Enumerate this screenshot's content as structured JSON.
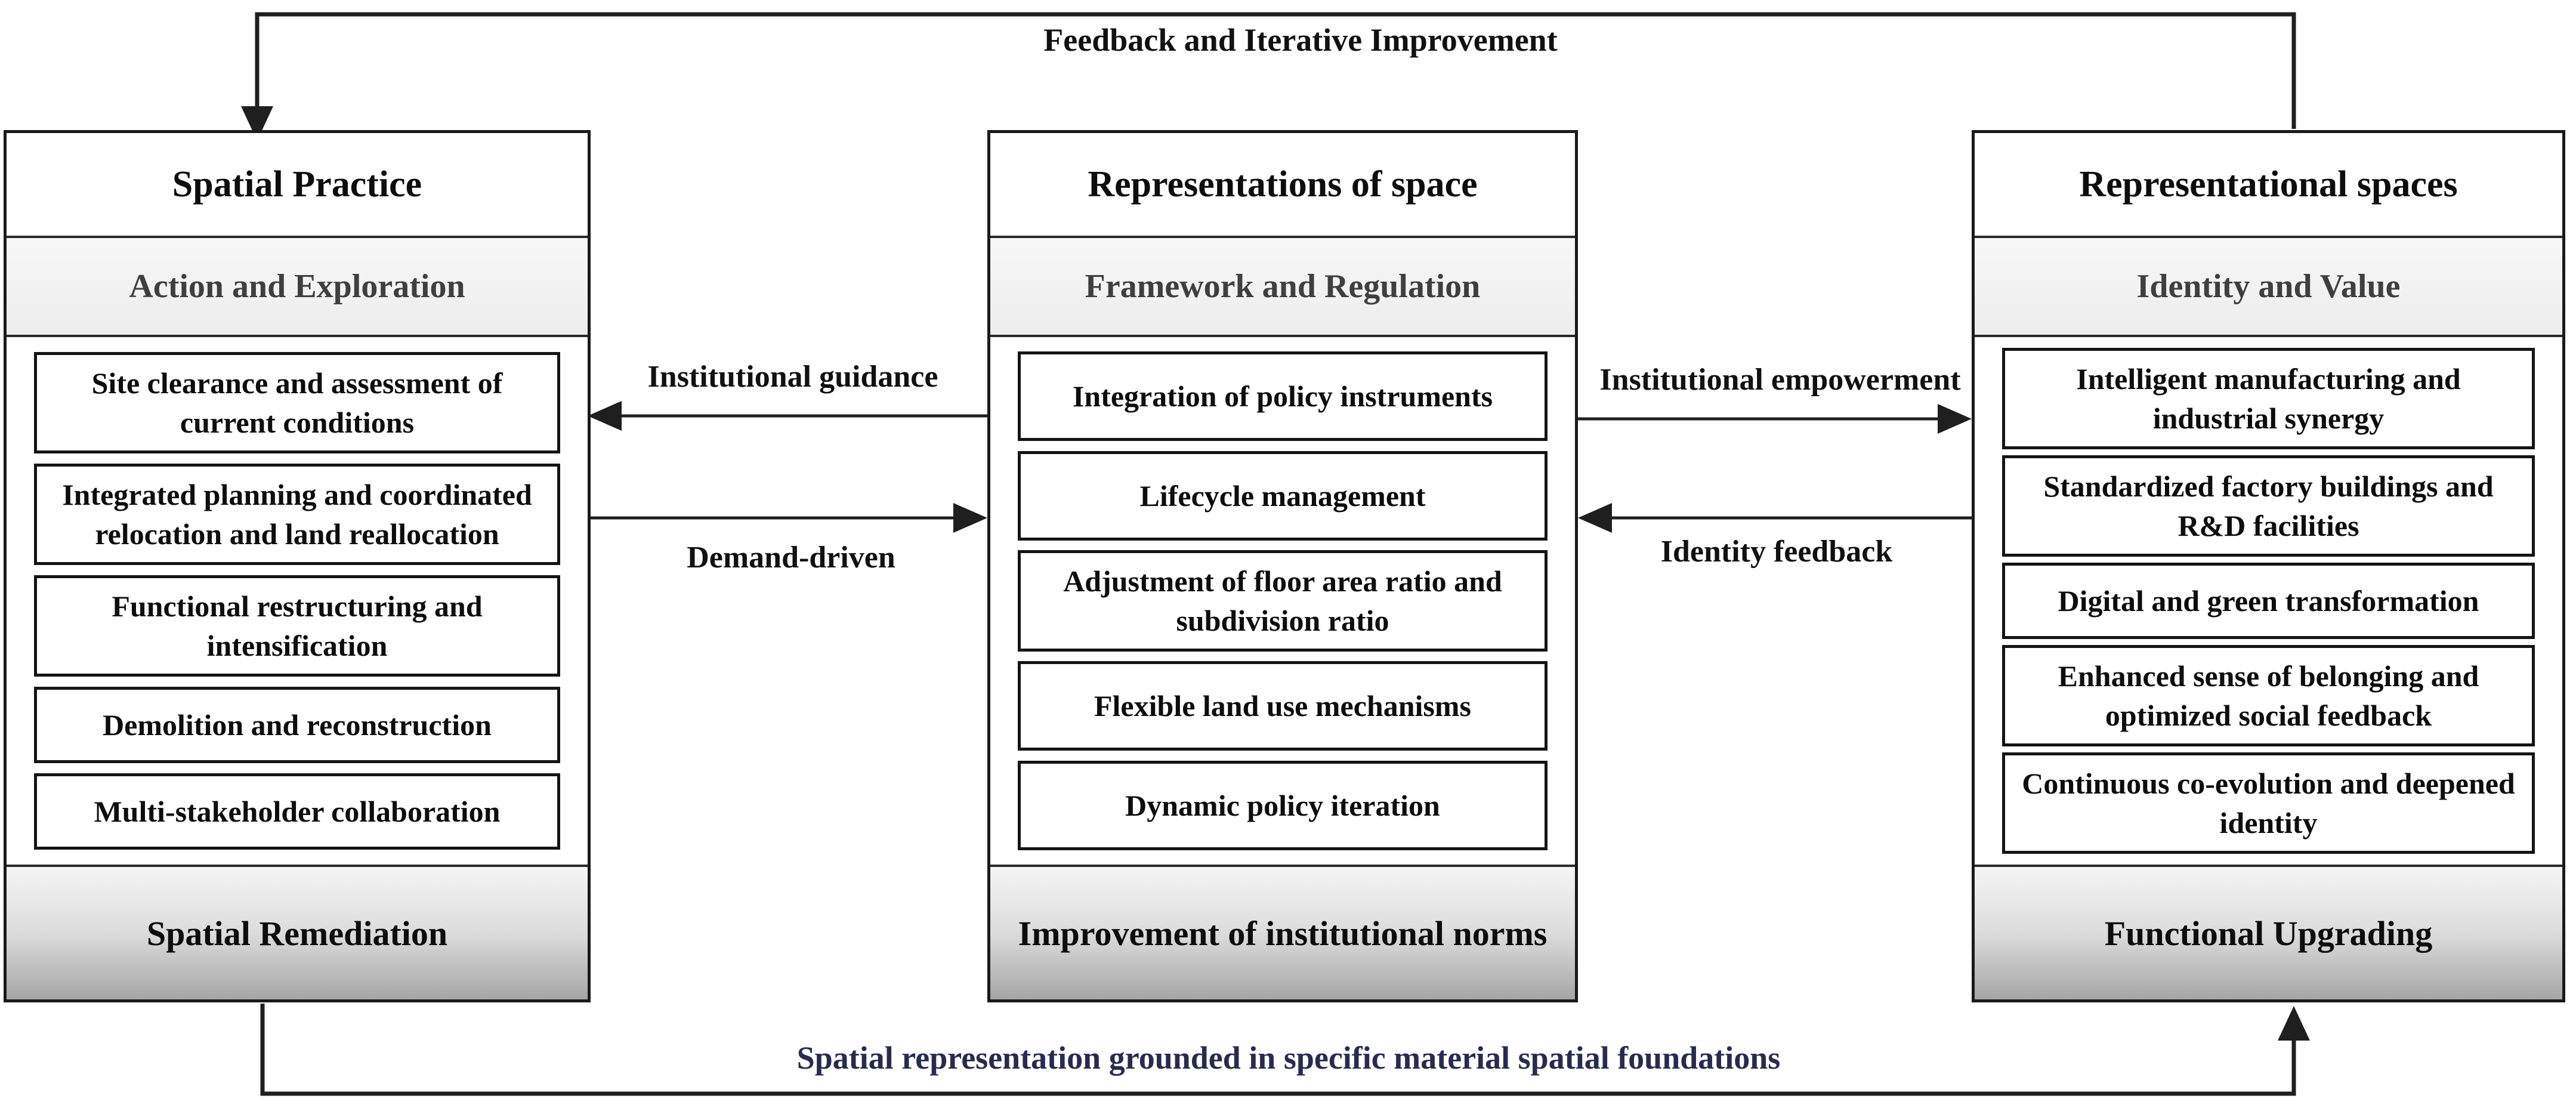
{
  "figure": {
    "type": "three-column framework diagram",
    "top_loop_label": "Feedback and Iterative Improvement",
    "bottom_loop_label": "Spatial representation grounded in specific material spatial foundations"
  },
  "columns": [
    {
      "title": "Spatial Practice",
      "subtitle": "Action and Exploration",
      "items": [
        "Site clearance and assessment of current conditions",
        "Integrated planning and coordinated relocation and land reallocation",
        "Functional restructuring and intensification",
        "Demolition and reconstruction",
        "Multi-stakeholder collaboration"
      ],
      "footer": "Spatial Remediation"
    },
    {
      "title": "Representations of space",
      "subtitle": "Framework and Regulation",
      "items": [
        "Integration of policy instruments",
        "Lifecycle management",
        "Adjustment of floor area ratio and subdivision ratio",
        "Flexible land use mechanisms",
        "Dynamic policy iteration"
      ],
      "footer": "Improvement of institutional norms"
    },
    {
      "title": "Representational spaces",
      "subtitle": "Identity and Value",
      "items": [
        "Intelligent manufacturing and industrial synergy",
        "Standardized factory buildings and R&D facilities",
        "Digital and green transformation",
        "Enhanced sense of belonging and optimized social feedback",
        "Continuous co-evolution and deepened identity"
      ],
      "footer": "Functional Upgrading"
    }
  ],
  "arrows": [
    {
      "label": "Institutional guidance",
      "from": "Representations of space",
      "to": "Spatial Practice",
      "direction": "left"
    },
    {
      "label": "Demand-driven",
      "from": "Spatial Practice",
      "to": "Representations of space",
      "direction": "right"
    },
    {
      "label": "Institutional empowerment",
      "from": "Representations of space",
      "to": "Representational spaces",
      "direction": "right"
    },
    {
      "label": "Identity feedback",
      "from": "Representational spaces",
      "to": "Representations of space",
      "direction": "left"
    }
  ],
  "colors": {
    "line": "#1f1f1f",
    "box_border": "#1a1a1a",
    "subtitle_bg_top": "#f7f7f7",
    "subtitle_bg_bottom": "#ededed",
    "footer_gradient_top": "#f5f5f5",
    "footer_gradient_bottom": "#a6a6a6",
    "bottom_label_color": "#272c4f",
    "text": "#0d0d0d",
    "subtitle_text": "#3f3f3f"
  }
}
